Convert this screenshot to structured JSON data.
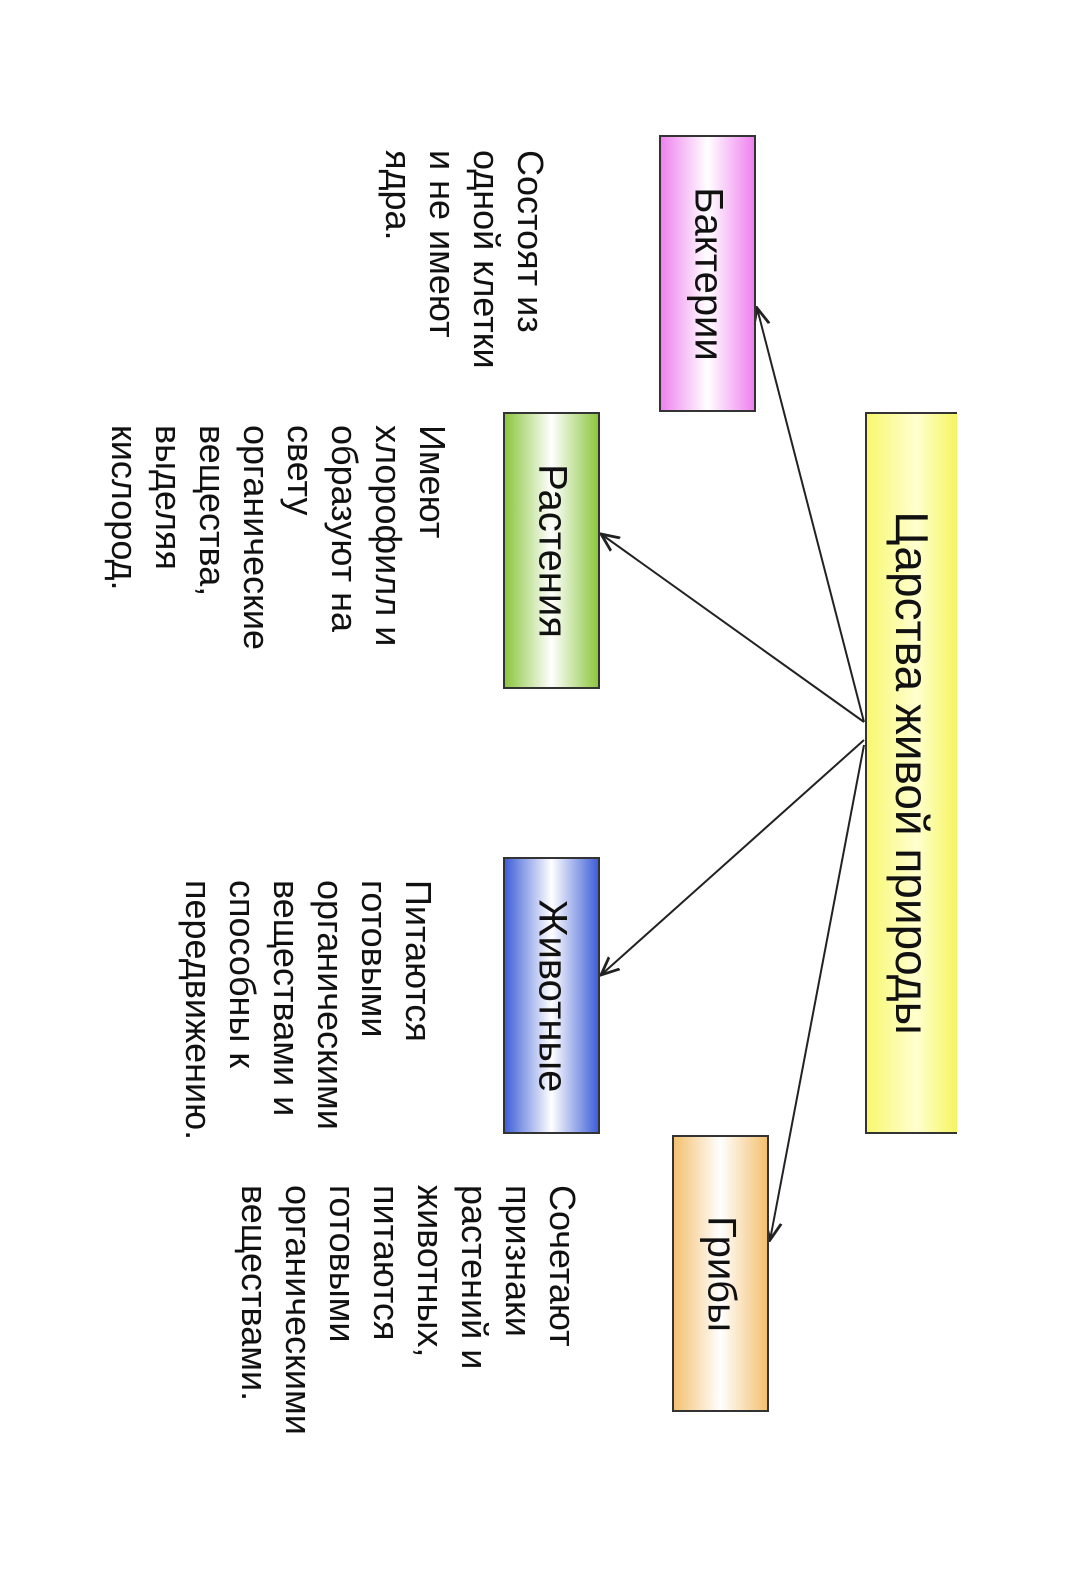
{
  "title": "Царства живой природы",
  "kingdoms": [
    {
      "name": "Бактерии",
      "color": "#ee82ee",
      "description": [
        "Состоят из",
        "одной клетки",
        "и не имеют",
        "ядра."
      ]
    },
    {
      "name": "Растения",
      "color": "#8cc63f",
      "description": [
        "Имеют",
        "хлорофилл и",
        "образуют на",
        "свету",
        "органические",
        "вещества,",
        "выделяя",
        "кислород."
      ]
    },
    {
      "name": "Животные",
      "color": "#3f5fd8",
      "description": [
        "Питаются",
        "готовыми",
        "органическими",
        "веществами и",
        "способны к",
        "передвижению."
      ]
    },
    {
      "name": "Грибы",
      "color": "#f3c070",
      "description": [
        "Сочетают",
        "признаки",
        "растений и",
        "животных,",
        "питаются",
        "готовыми",
        "органическими",
        "веществами."
      ]
    }
  ],
  "colors": {
    "root": "#f8f870",
    "line": "#222222"
  }
}
